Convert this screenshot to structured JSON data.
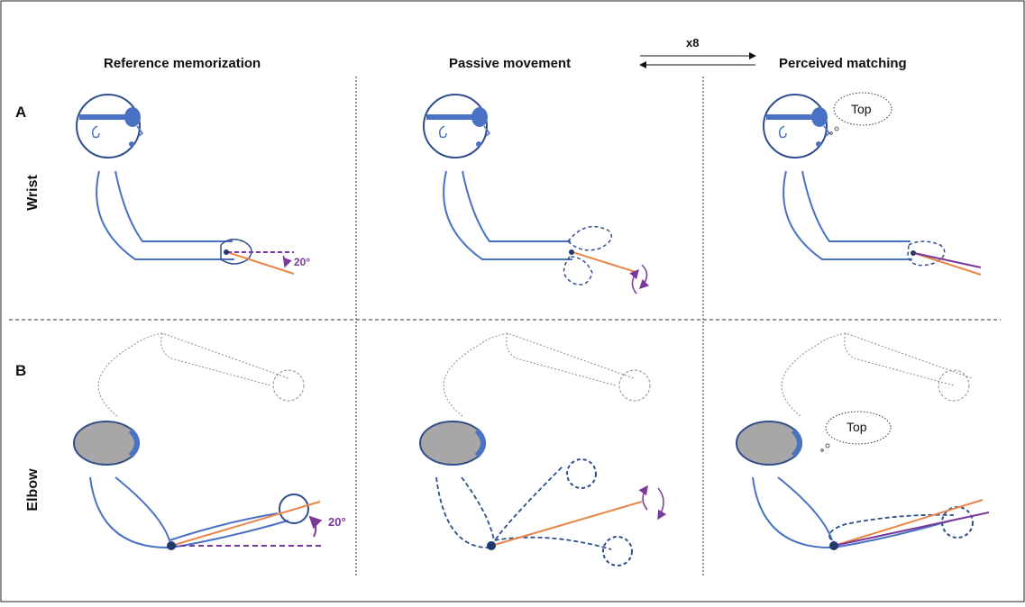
{
  "headers": {
    "reference": "Reference memorization",
    "passive": "Passive movement",
    "perceived": "Perceived matching",
    "repeat": "x8"
  },
  "panels": {
    "a": "A",
    "b": "B"
  },
  "rows": {
    "wrist": "Wrist",
    "elbow": "Elbow"
  },
  "annotations": {
    "wrist_angle": "20°",
    "elbow_angle": "20°",
    "speech_wrist": "Top",
    "speech_elbow": "Top"
  },
  "colors": {
    "body_line": "#4a72c4",
    "head_gray": "#a8a6a6",
    "head_outline": "#2f4f8c",
    "reference_line": "#e8874a",
    "perceived_line": "#7a3a9c",
    "dashed_gray": "#8a8a8a",
    "joint_dark": "#1f3a6b"
  }
}
